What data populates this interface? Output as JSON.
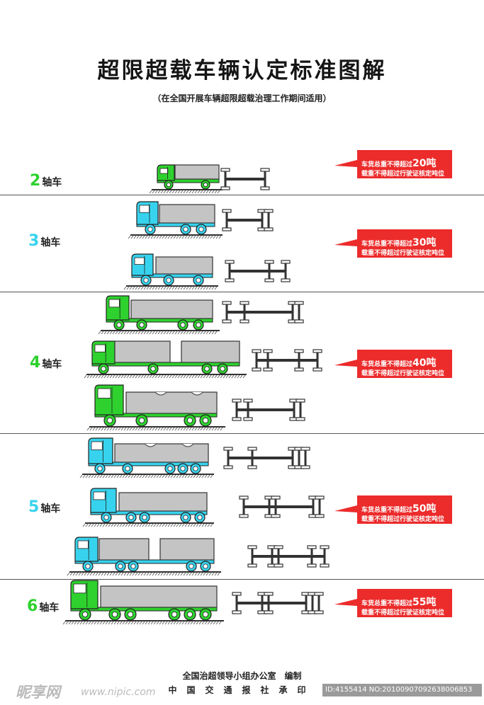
{
  "title": "超限超载车辆认定标准图解",
  "subtitle": "（在全国开展车辆超限超载治理工作期间适用）",
  "colors": {
    "green": "#2ed12e",
    "cyan": "#37d3ee",
    "gray_body": "#c4c4c4",
    "red_callout": "#ec2b2b",
    "dark": "#333333"
  },
  "sections": [
    {
      "num": "2",
      "unit": "轴车",
      "num_color": "#2ed12e",
      "limit_line1": "车货总重不得超过",
      "limit_value": "20吨",
      "limit_line2": "载重不得超过行驶证核定吨位"
    },
    {
      "num": "3",
      "unit": "轴车",
      "num_color": "#37d3ee",
      "limit_line1": "车货总重不得超过",
      "limit_value": "30吨",
      "limit_line2": "载重不得超过行驶证核定吨位"
    },
    {
      "num": "4",
      "unit": "轴车",
      "num_color": "#2ed12e",
      "limit_line1": "车货总重不得超过",
      "limit_value": "40吨",
      "limit_line2": "载重不得超过行驶证核定吨位"
    },
    {
      "num": "5",
      "unit": "轴车",
      "num_color": "#37d3ee",
      "limit_line1": "车货总重不得超过",
      "limit_value": "50吨",
      "limit_line2": "载重不得超过行驶证核定吨位"
    },
    {
      "num": "6",
      "unit": "轴车",
      "num_color": "#2ed12e",
      "limit_line1": "车货总重不得超过",
      "limit_value": "55吨",
      "limit_line2": "载重不得超过行驶证核定吨位"
    }
  ],
  "footer": {
    "org": "全国治超领导小组办公室　编制",
    "publisher": "中国交通报社承印"
  },
  "watermark": {
    "logo": "昵享网",
    "url": "www.nipic.com",
    "id": "ID:4155414 NO:20100907092638006853"
  }
}
